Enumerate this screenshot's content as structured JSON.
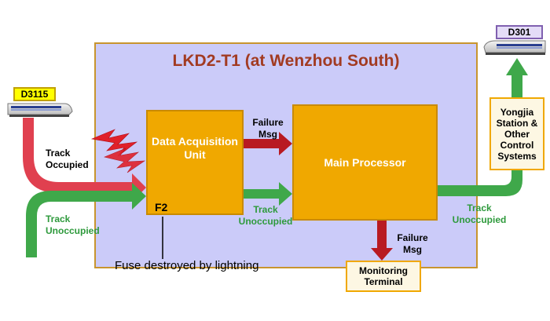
{
  "station_box": {
    "title": "LKD2-T1 (at Wenzhou South)"
  },
  "units": {
    "data_acquisition": "Data Acquisition Unit",
    "main_processor": "Main Processor",
    "yongjia": "Yongjia Station & Other Control Systems",
    "monitoring": "Monitoring Terminal"
  },
  "trains": {
    "left": "D3115",
    "right": "D301"
  },
  "signals": {
    "track_occupied": "Track Occupied",
    "track_unoccupied_in": "Track Unoccupied",
    "failure_msg_top": "Failure Msg",
    "track_unoccupied_mid": "Track Unoccupied",
    "track_unoccupied_out": "Track Unoccupied",
    "failure_msg_down": "Failure Msg"
  },
  "fuse": {
    "label": "F2",
    "caption": "Fuse destroyed by lightning"
  },
  "colors": {
    "occupied_arrow": "#e0404f",
    "unoccupied_arrow": "#3fa84a",
    "unoccupied_text": "#2e9a3c",
    "failure_arrow": "#b81a22",
    "unit_fill": "#f0a800",
    "station_fill": "#cbcbf9",
    "title_color": "#a23b22",
    "lightning": "#e0202a"
  },
  "icons": [
    "train-icon",
    "lightning-bolt-icon",
    "fuse-icon"
  ]
}
